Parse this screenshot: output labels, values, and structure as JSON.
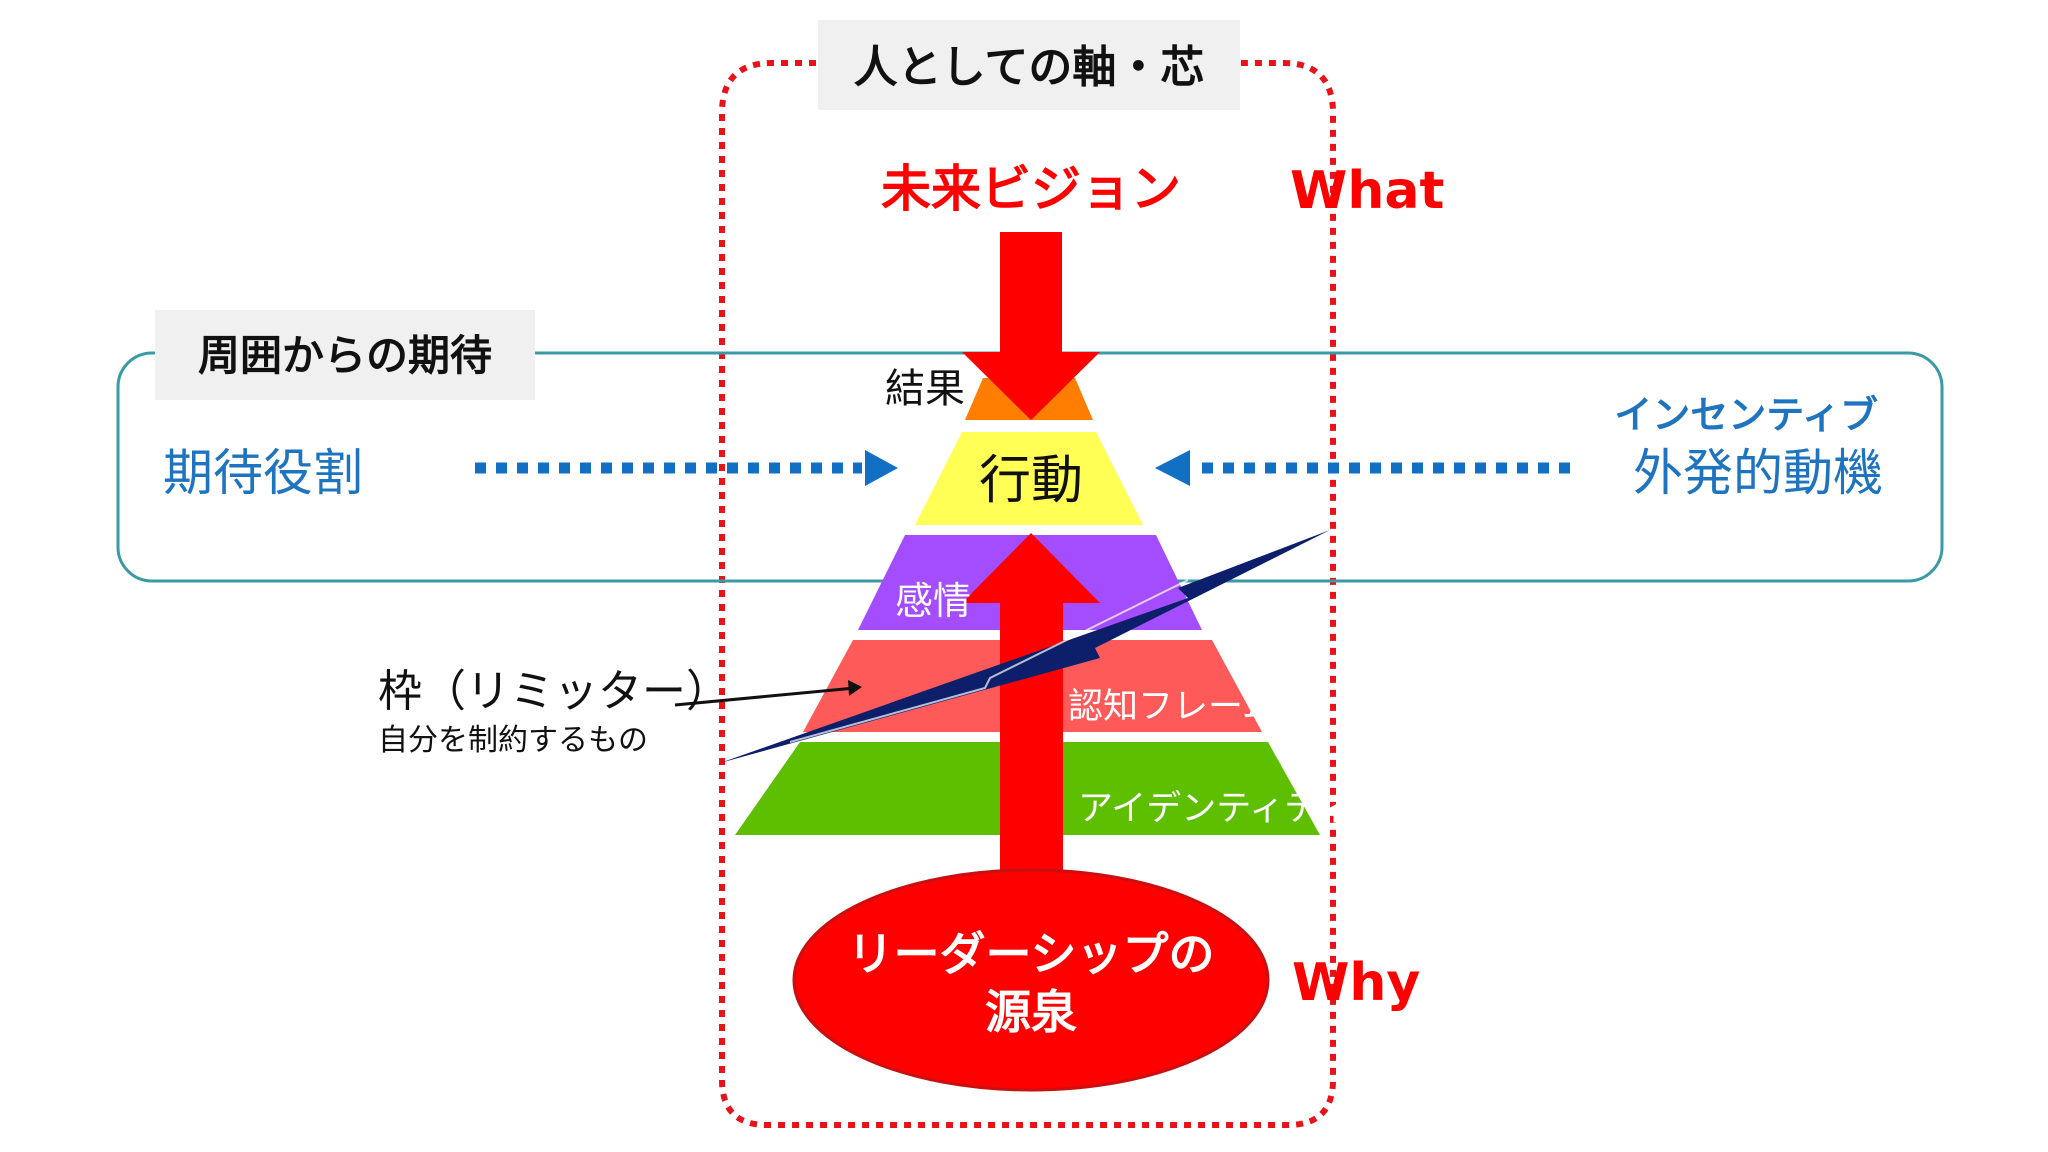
{
  "header_label": "人としての軸・芯",
  "future_vision": "未来ビジョン",
  "what_label": "What",
  "why_label": "Why",
  "expectations_label": "周囲からの期待",
  "expected_role": "期待役割",
  "incentive": "インセンティブ",
  "external_motivation": "外発的動機",
  "levels": {
    "result": "結果",
    "action": "行動",
    "emotion": "感情",
    "cognitive_frame": "認知フレーム",
    "identity": "アイデンティティ"
  },
  "limiter": {
    "title": "枠（リミッター）",
    "subtitle": "自分を制約するもの"
  },
  "source": {
    "line1": "リーダーシップの",
    "line2": "源泉"
  },
  "colors": {
    "red": "#ff0000",
    "dotted_red": "#e8121a",
    "teal_border": "#3a9aa6",
    "blue_text": "#1f74bf",
    "blue_arrow": "#1170c4",
    "result_orange": "#ff7d00",
    "action_yellow": "#ffff55",
    "emotion_purple": "#a44dfe",
    "cognitive_red": "#ff5a5a",
    "identity_green": "#5dbf00",
    "limiter_navy": "#0d1f6b"
  }
}
